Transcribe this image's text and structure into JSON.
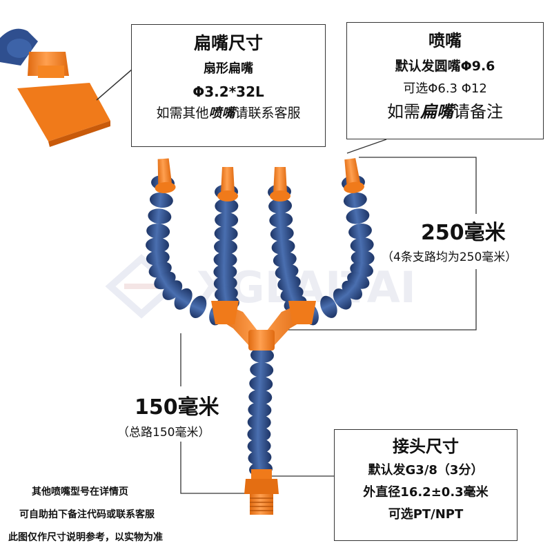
{
  "watermark": {
    "brand": "XGLAITAI",
    "color": "#d7dbe8"
  },
  "flat_nozzle_box": {
    "title": "扁嘴尺寸",
    "line1": "扇形扁嘴",
    "line2": "Φ3.2*32L",
    "line3_prefix": "如需其他",
    "line3_emph": "喷嘴",
    "line3_suffix": "请联系客服"
  },
  "nozzle_box": {
    "title": "喷嘴",
    "line1": "默认发圆嘴Φ9.6",
    "line2": "可选Φ6.3 Φ12",
    "line3_prefix": "如需",
    "line3_emph": "扁嘴",
    "line3_suffix": "请备注"
  },
  "branch_dim": {
    "value": "250毫米",
    "note": "（4条支路均为250毫米）"
  },
  "main_dim": {
    "value": "150毫米",
    "note": "（总路150毫米）"
  },
  "connector_box": {
    "title": "接头尺寸",
    "line1": "默认发G3/8（3分）",
    "line2": "外直径16.2±0.3毫米",
    "line3": "可选PT/NPT"
  },
  "notes": [
    "其他喷嘴型号在详情页",
    "可自助拍下备注代码或联系客服",
    "此图仅作尺寸说明参考，以实物为准"
  ],
  "colors": {
    "hose_blue": "#2f4f8f",
    "nozzle_orange": "#f07a1a",
    "line": "#333333"
  }
}
